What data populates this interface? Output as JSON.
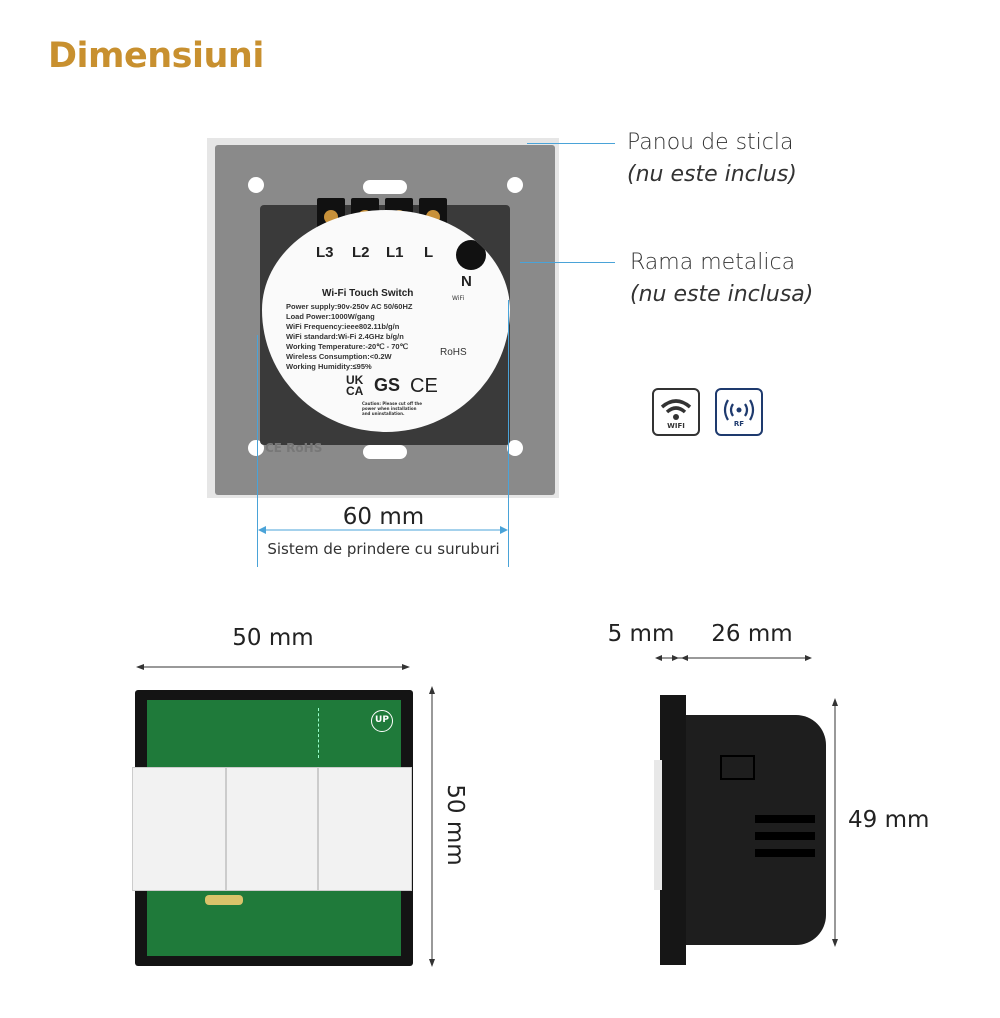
{
  "title": "Dimensiuni",
  "callouts": {
    "glass_panel": {
      "label": "Panou de sticla",
      "note": "(nu este inclus)"
    },
    "metal_frame": {
      "label": "Rama metalica",
      "note": "(nu este inclusa)"
    }
  },
  "device_label": {
    "terminals": [
      "L3",
      "L2",
      "L1",
      "L"
    ],
    "neutral": "N",
    "product_name": "Wi-Fi Touch Switch",
    "specs": [
      "Power supply:90v-250v AC  50/60HZ",
      "Load Power:1000W/gang",
      "WiFi Frequency:ieee802.11b/g/n",
      "WiFi standard:Wi-Fi 2.4GHz b/g/n",
      "Working Temperature:-20℃ - 70℃",
      "Wireless Consumption:<0.2W",
      "Working Humidity:≤95%"
    ],
    "marks": [
      "UK",
      "CA",
      "GS",
      "CE",
      "RoHS",
      "WiFi"
    ],
    "caution": "Caution: Please cut off the power when installation and uninstallation.",
    "frame_marks": "CE RoHS"
  },
  "badges": [
    {
      "icon": "wifi-icon",
      "label": "WIFI",
      "color": "#333333"
    },
    {
      "icon": "rf-icon",
      "label": "RF",
      "color": "#1e3a6e"
    }
  ],
  "dimensions": {
    "screw_spacing": "60 mm",
    "screw_note": "Sistem de prindere cu suruburi",
    "front_width": "50 mm",
    "front_height": "50 mm",
    "side_front_depth": "5 mm",
    "side_back_depth": "26 mm",
    "side_height": "49 mm"
  },
  "pcb_marking": "UP",
  "colors": {
    "title": "#C8902F",
    "dimension_line": "#4aa3d8",
    "frame": "#8a8a8a",
    "pcb": "#1f7a3a"
  }
}
